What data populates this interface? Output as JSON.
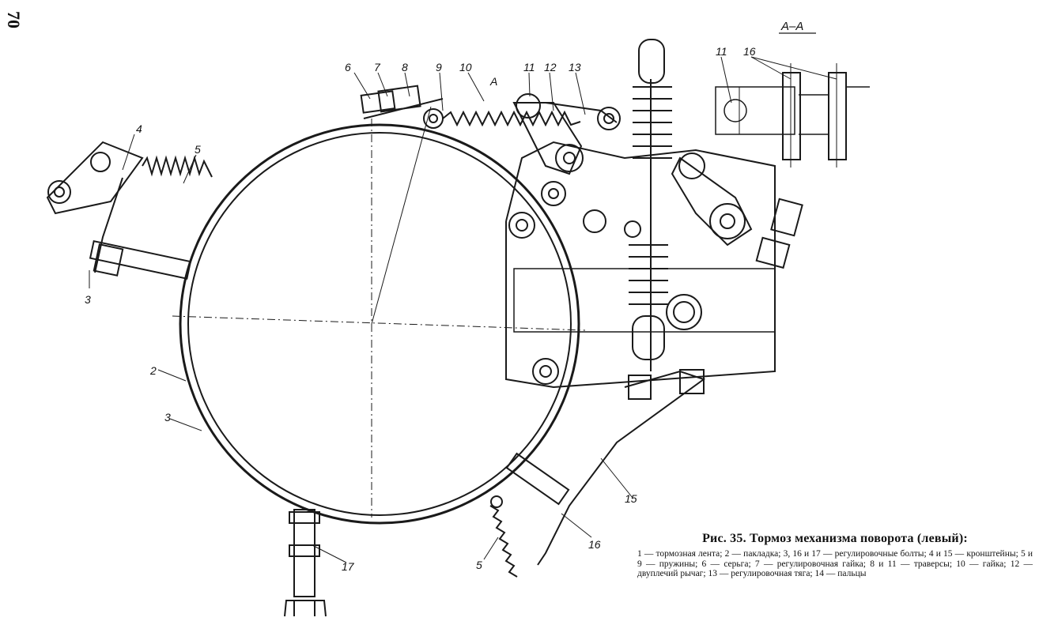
{
  "page": {
    "number": "70"
  },
  "figure": {
    "section_label": "А–А",
    "view_marker": "А",
    "callouts": {
      "c2": "2",
      "c3a": "3",
      "c3b": "3",
      "c4": "4",
      "c5a": "5",
      "c5b": "5",
      "c6": "6",
      "c7": "7",
      "c8": "8",
      "c9": "9",
      "c10": "10",
      "c11a": "11",
      "c11b": "11",
      "c12": "12",
      "c13": "13",
      "c15": "15",
      "c16a": "16",
      "c16b": "16",
      "c17": "17"
    }
  },
  "caption": {
    "title": "Рис. 35. Тормоз механизма поворота (левый):",
    "text": "1 — тормозная лента; 2 — пакладка; 3, 16 и 17 — регулировочные болты; 4 и 15 — кронштейны; 5 и 9 — пружины; 6 — серьга; 7 — регулировочная гайка; 8 и 11 — траверсы; 10 — гайка; 12 — двуплечий рычаг; 13 — регулировочная тяга; 14 — пальцы"
  }
}
